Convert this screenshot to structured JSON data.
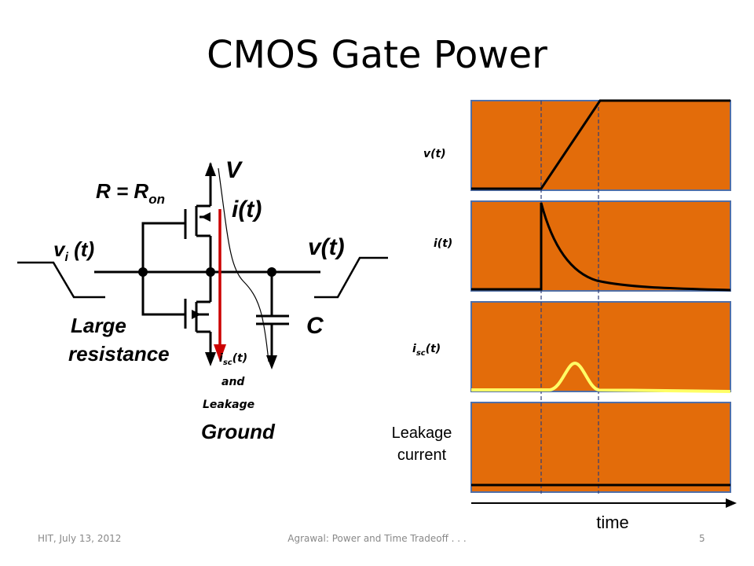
{
  "title": "CMOS Gate Power",
  "circuit": {
    "supply_label": "V",
    "resistance_label": "R = R",
    "resistance_sub": "on",
    "current_label": "i(t)",
    "input_label_main": "v",
    "input_label_sub": "i",
    "input_label_rest": " (t)",
    "output_label": "v(t)",
    "cap_label": "C",
    "large_res_line1": "Large",
    "large_res_line2": "resistance",
    "isc_main": "i",
    "isc_sub": "sc",
    "isc_rest": "(t)",
    "isc_and": "and",
    "isc_leakage": "Leakage",
    "ground_label": "Ground"
  },
  "waveforms": {
    "colors": {
      "panel": "#e36c0a",
      "isc_pulse": "#ffff66",
      "trace": "#000000",
      "arrow": "#cc0000"
    },
    "panels": [
      {
        "label": "v(t)"
      },
      {
        "label_main": "i(t)"
      },
      {
        "label_main": "i",
        "label_sub": "sc",
        "label_rest": "(t)"
      },
      {
        "label_line1": "Leakage",
        "label_line2": "current"
      }
    ],
    "time_label": "time"
  },
  "footer": {
    "left": "HIT, July 13, 2012",
    "center": "Agrawal: Power and Time Tradeoff . . .",
    "page": "5"
  }
}
